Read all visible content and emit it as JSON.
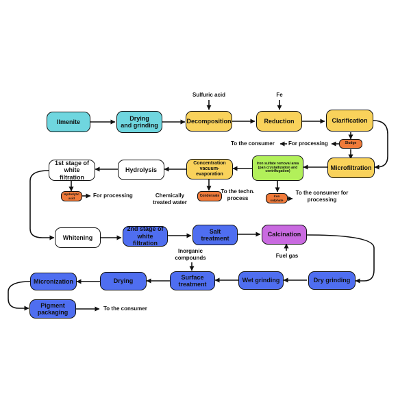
{
  "nodes": {
    "ilmenite": "Ilmenite",
    "drying_grinding": "Drying\nand grinding",
    "decomposition": "Decomposition",
    "reduction": "Reduction",
    "clarification": "Clarification",
    "sludge": "Sludge",
    "microfiltration": "Microfiltration",
    "iron_sulfate_area": "Iron sulfate removal area\n(pan crystallization and\ncentrifugation)",
    "iron_sulphate": "Iron\nsulphate",
    "concentration": "Concentration\nvacuum-evaporation",
    "condensate": "Condensate",
    "hydrolysis": "Hydrolysis",
    "first_stage": "1st stage of\nwhite filtration",
    "hydrolytic_acid": "Hydrolytic\nacid",
    "whitening": "Whitening",
    "second_stage": "2nd stage of\nwhite filtration",
    "salt_treatment": "Salt\ntreatment",
    "calcination": "Calcination",
    "dry_grinding": "Dry grinding",
    "wet_grinding": "Wet grinding",
    "surface_treatment": "Surface\ntreatment",
    "drying": "Drying",
    "micronization": "Micronization",
    "pigment_packaging": "Pigment\npackaging"
  },
  "labels": {
    "sulfuric_acid": "Sulfuric acid",
    "fe": "Fe",
    "to_consumer_1": "To the consumer",
    "for_processing_1": "For processing",
    "for_processing_2": "For processing",
    "chemically_treated_water": "Chemically\ntreated water",
    "to_techn_process": "To the techn.\nprocess",
    "to_consumer_processing": "To the consumer for\nprocessing",
    "inorganic_compounds": "Inorganic\ncompounds",
    "fuel_gas": "Fuel gas",
    "to_consumer_final": "To the consumer"
  },
  "colors": {
    "cyan": "#6fd6df",
    "yellow": "#f9d25b",
    "white": "#ffffff",
    "green": "#b2f05a",
    "orange": "#f07a3a",
    "blue": "#4f6ef0",
    "purple": "#c96ae0"
  }
}
